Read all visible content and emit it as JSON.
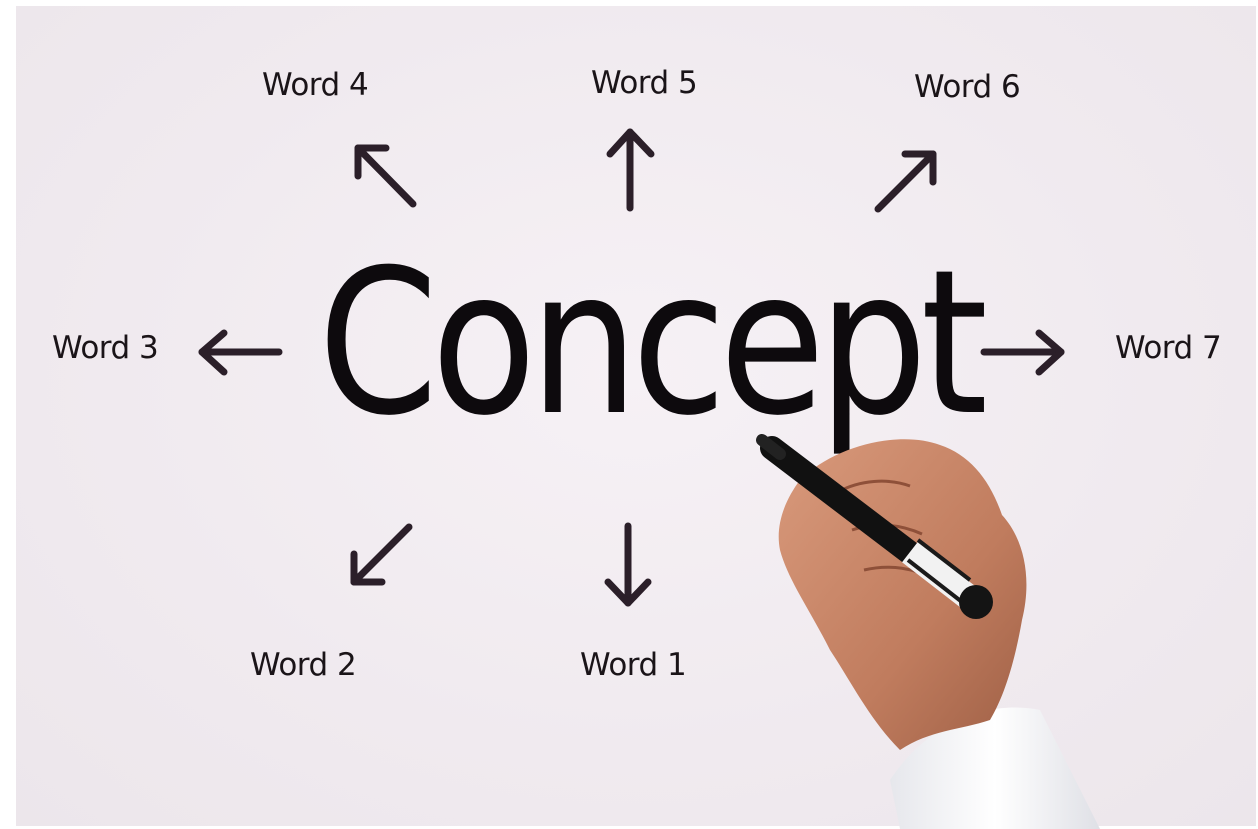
{
  "central_word": "Concept",
  "words": {
    "word1": "Word 1",
    "word2": "Word 2",
    "word3": "Word 3",
    "word4": "Word 4",
    "word5": "Word 5",
    "word6": "Word 6",
    "word7": "Word 7"
  },
  "colors": {
    "background": "#efe9ee",
    "ink": "#0d0a0d",
    "arrow": "#2b1f29",
    "skin": "#c98a6c",
    "shirt": "#f4f4f6"
  }
}
